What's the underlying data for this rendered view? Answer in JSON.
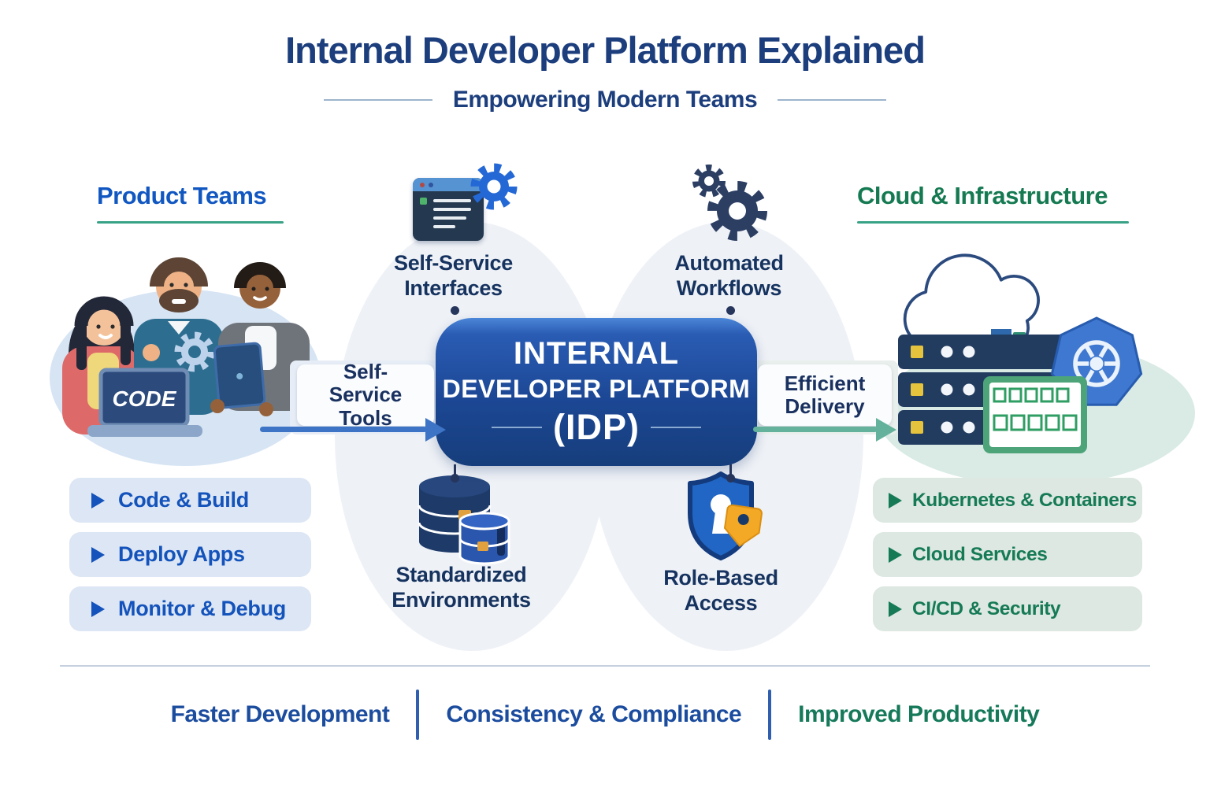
{
  "header": {
    "title": "Internal Developer Platform Explained",
    "subtitle": "Empowering Modern Teams"
  },
  "left": {
    "heading": "Product Teams",
    "laptop_label": "CODE",
    "items": [
      "Code & Build",
      "Deploy Apps",
      "Monitor & Debug"
    ]
  },
  "center": {
    "top_features": [
      "Self-Service Interfaces",
      "Automated Workflows"
    ],
    "idp": {
      "line1": "INTERNAL",
      "line2": "DEVELOPER PLATFORM",
      "line3": "(IDP)"
    },
    "bottom_features": [
      "Standardized Environments",
      "Role-Based Access"
    ],
    "arrows": {
      "left_label": "Self-Service Tools",
      "right_label": "Efficient Delivery"
    }
  },
  "right": {
    "heading": "Cloud & Infrastructure",
    "items": [
      "Kubernetes & Containers",
      "Cloud Services",
      "CI/CD & Security"
    ]
  },
  "footer": {
    "items": [
      "Faster Development",
      "Consistency & Compliance",
      "Improved Productivity"
    ]
  },
  "colors": {
    "title_navy": "#1c3e7d",
    "heading_blue": "#1157c1",
    "heading_green": "#157a52",
    "underline_teal": "#38a287",
    "feature_navy": "#16335f",
    "idp_box_blue": "#1c4794",
    "pill_blue_bg": "#dde6f4",
    "pill_blue_text": "#1353bb",
    "pill_green_bg": "#dce8e1",
    "pill_green_text": "#157a55",
    "arrow_blue": "#3d74c6",
    "arrow_green": "#64b29b",
    "footer_blue": "#1b4c9e",
    "footer_green": "#15795a"
  },
  "icons": {
    "self_service_interfaces": "terminal-window-with-gear",
    "automated_workflows": "double-gears",
    "standardized_environments": "database-cylinders",
    "role_based_access": "shield-keyhole-with-key-tag",
    "cloud_infrastructure": "cloud-over-server-rack",
    "kubernetes": "blue-heptagon-wheel",
    "list_bullet": "play-triangle"
  }
}
